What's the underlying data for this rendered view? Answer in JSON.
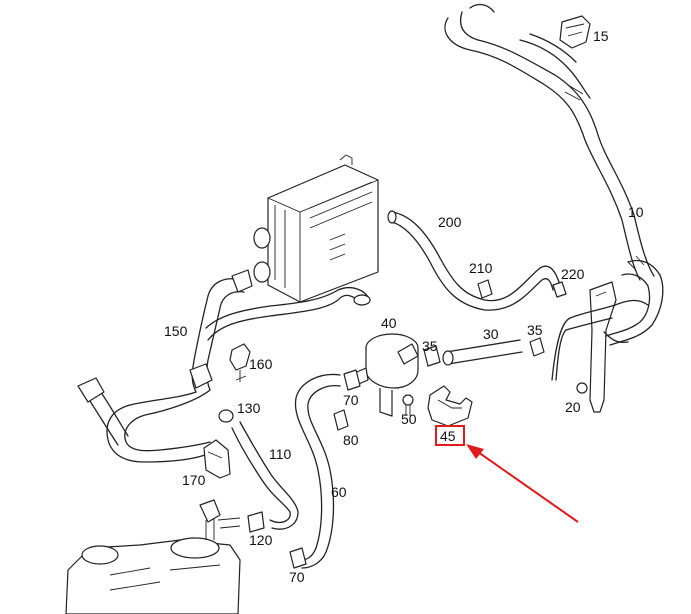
{
  "parts": {
    "p15": "15",
    "p10": "10",
    "p200": "200",
    "p210": "210",
    "p220": "220",
    "p150": "150",
    "p40": "40",
    "p35a": "35",
    "p30": "30",
    "p35b": "35",
    "p160": "160",
    "p70a": "70",
    "p130": "130",
    "p50": "50",
    "p80": "80",
    "p45": "45",
    "p20": "20",
    "p110": "110",
    "p60": "60",
    "p170": "170",
    "p120": "120",
    "p70b": "70"
  },
  "highlight": {
    "part": "45",
    "color": "#e01b1b"
  }
}
